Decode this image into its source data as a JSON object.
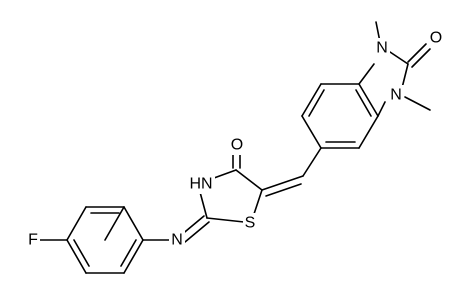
{
  "molecule": {
    "atom_labels": {
      "fluorine": "F",
      "imine_nitrogen": "N",
      "ring_nh": "HN",
      "ring_sulfur": "S",
      "thiazolidinone_oxygen": "O",
      "benzimidazole_n1": "N",
      "benzimidazole_n3": "N",
      "urea_oxygen": "O"
    },
    "methyl_substituents": [
      "N-CH3 (top)",
      "N-CH3 (right)"
    ],
    "colors": {
      "bond": "#000000",
      "label": "#000000",
      "background": "#ffffff"
    }
  }
}
